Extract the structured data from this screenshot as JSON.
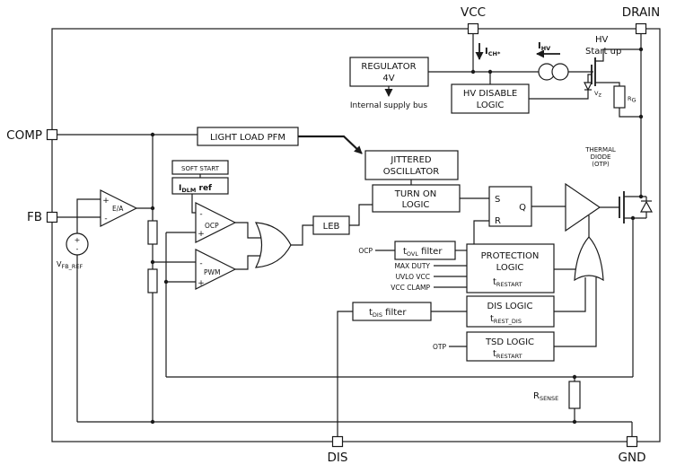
{
  "pins": {
    "vcc": "VCC",
    "drain": "DRAIN",
    "comp": "COMP",
    "fb": "FB",
    "dis": "DIS",
    "gnd": "GND"
  },
  "blocks": {
    "regulator1": "REGULATOR",
    "regulator2": "4V",
    "supply_bus": "Internal supply bus",
    "hv_disable1": "HV DISABLE",
    "hv_disable2": "LOGIC",
    "pfm": "LIGHT LOAD PFM",
    "osc1": "JITTERED",
    "osc2": "OSCILLATOR",
    "turnon1": "TURN ON",
    "turnon2": "LOGIC",
    "soft_start": "SOFT START",
    "idlm_base": "I",
    "idlm_sub": "DLM",
    "idlm_rest": " ref",
    "leb": "LEB",
    "latch_s": "S",
    "latch_r": "R",
    "latch_q": "Q",
    "tovl_base": "t",
    "tovl_sub": "OVL",
    "tovl_rest": " filter",
    "prot1": "PROTECTION",
    "prot2": "LOGIC",
    "prot_t": "t",
    "prot_t_sub": "RESTART",
    "dis1": "DIS LOGIC",
    "dis_t": "t",
    "dis_t_sub": "REST_DIS",
    "tdis_base": "t",
    "tdis_sub": "DIS",
    "tdis_rest": " filter",
    "tsd1": "TSD LOGIC",
    "tsd_t": "t",
    "tsd_t_sub": "RESTART"
  },
  "labels": {
    "ich_base": "I",
    "ich_sub": "CH*",
    "ihv_base": "I",
    "ihv_sub": "HV",
    "hv1": "HV",
    "hv2": "Start up",
    "vz_base": "V",
    "vz_sub": "z",
    "rg_base": "R",
    "rg_sub": "G",
    "ea": "E/A",
    "vref_base": "V",
    "vref_sub": "FB_REF",
    "ocp": "OCP",
    "pwm": "PWM",
    "ocp_in": "OCP",
    "max_duty": "MAX DUTY",
    "uvlo": "UVLO VCC",
    "vcc_clamp": "VCC CLAMP",
    "otp": "OTP",
    "th1": "THERMAL",
    "th2": "DIODE",
    "th3": "(OTP)",
    "rsense_base": "R",
    "rsense_sub": "SENSE",
    "plus": "+",
    "minus": "-"
  }
}
